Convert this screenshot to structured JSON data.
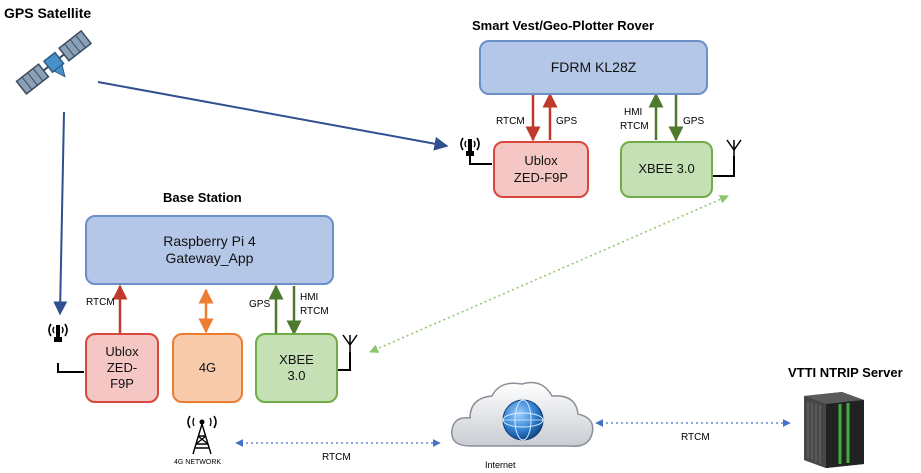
{
  "labels": {
    "gps_satellite": "GPS Satellite",
    "rover_title": "Smart Vest/Geo-Plotter  Rover",
    "base_title": "Base Station",
    "ntrip_server": "VTTI NTRIP Server",
    "internet": "Internet",
    "network_4g": "4G NETWORK"
  },
  "rover": {
    "mcu": "FDRM KL28Z",
    "gps_line1": "Ublox",
    "gps_line2": "ZED-F9P",
    "radio": "XBEE 3.0",
    "link_rtcm": "RTCM",
    "link_gps": "GPS",
    "link_hmi_line1": "HMI",
    "link_hmi_line2": "RTCM",
    "link_gps2": "GPS"
  },
  "base": {
    "pi_line1": "Raspberry Pi 4",
    "pi_line2": "Gateway_App",
    "gps_line1": "Ublox",
    "gps_line2": "ZED-",
    "gps_line3": "F9P",
    "cell": "4G",
    "radio_line1": "XBEE",
    "radio_line2": "3.0",
    "link_rtcm": "RTCM",
    "link_gps": "GPS",
    "link_hmi_line1": "HMI",
    "link_hmi_line2": "RTCM"
  },
  "links": {
    "tower_internet": "RTCM",
    "internet_server": "RTCM"
  },
  "colors": {
    "blue_fill": "#b4c7e7",
    "red": "#c0392b",
    "orange": "#ed7d31",
    "green": "#4e7a2e",
    "navy": "#2f4f8f",
    "dotted_green": "#9bd07a"
  },
  "icons": [
    "satellite-icon",
    "gnss-antenna-icon",
    "radio-antenna-icon",
    "cell-tower-icon",
    "cloud-globe-icon",
    "server-rack-icon"
  ]
}
